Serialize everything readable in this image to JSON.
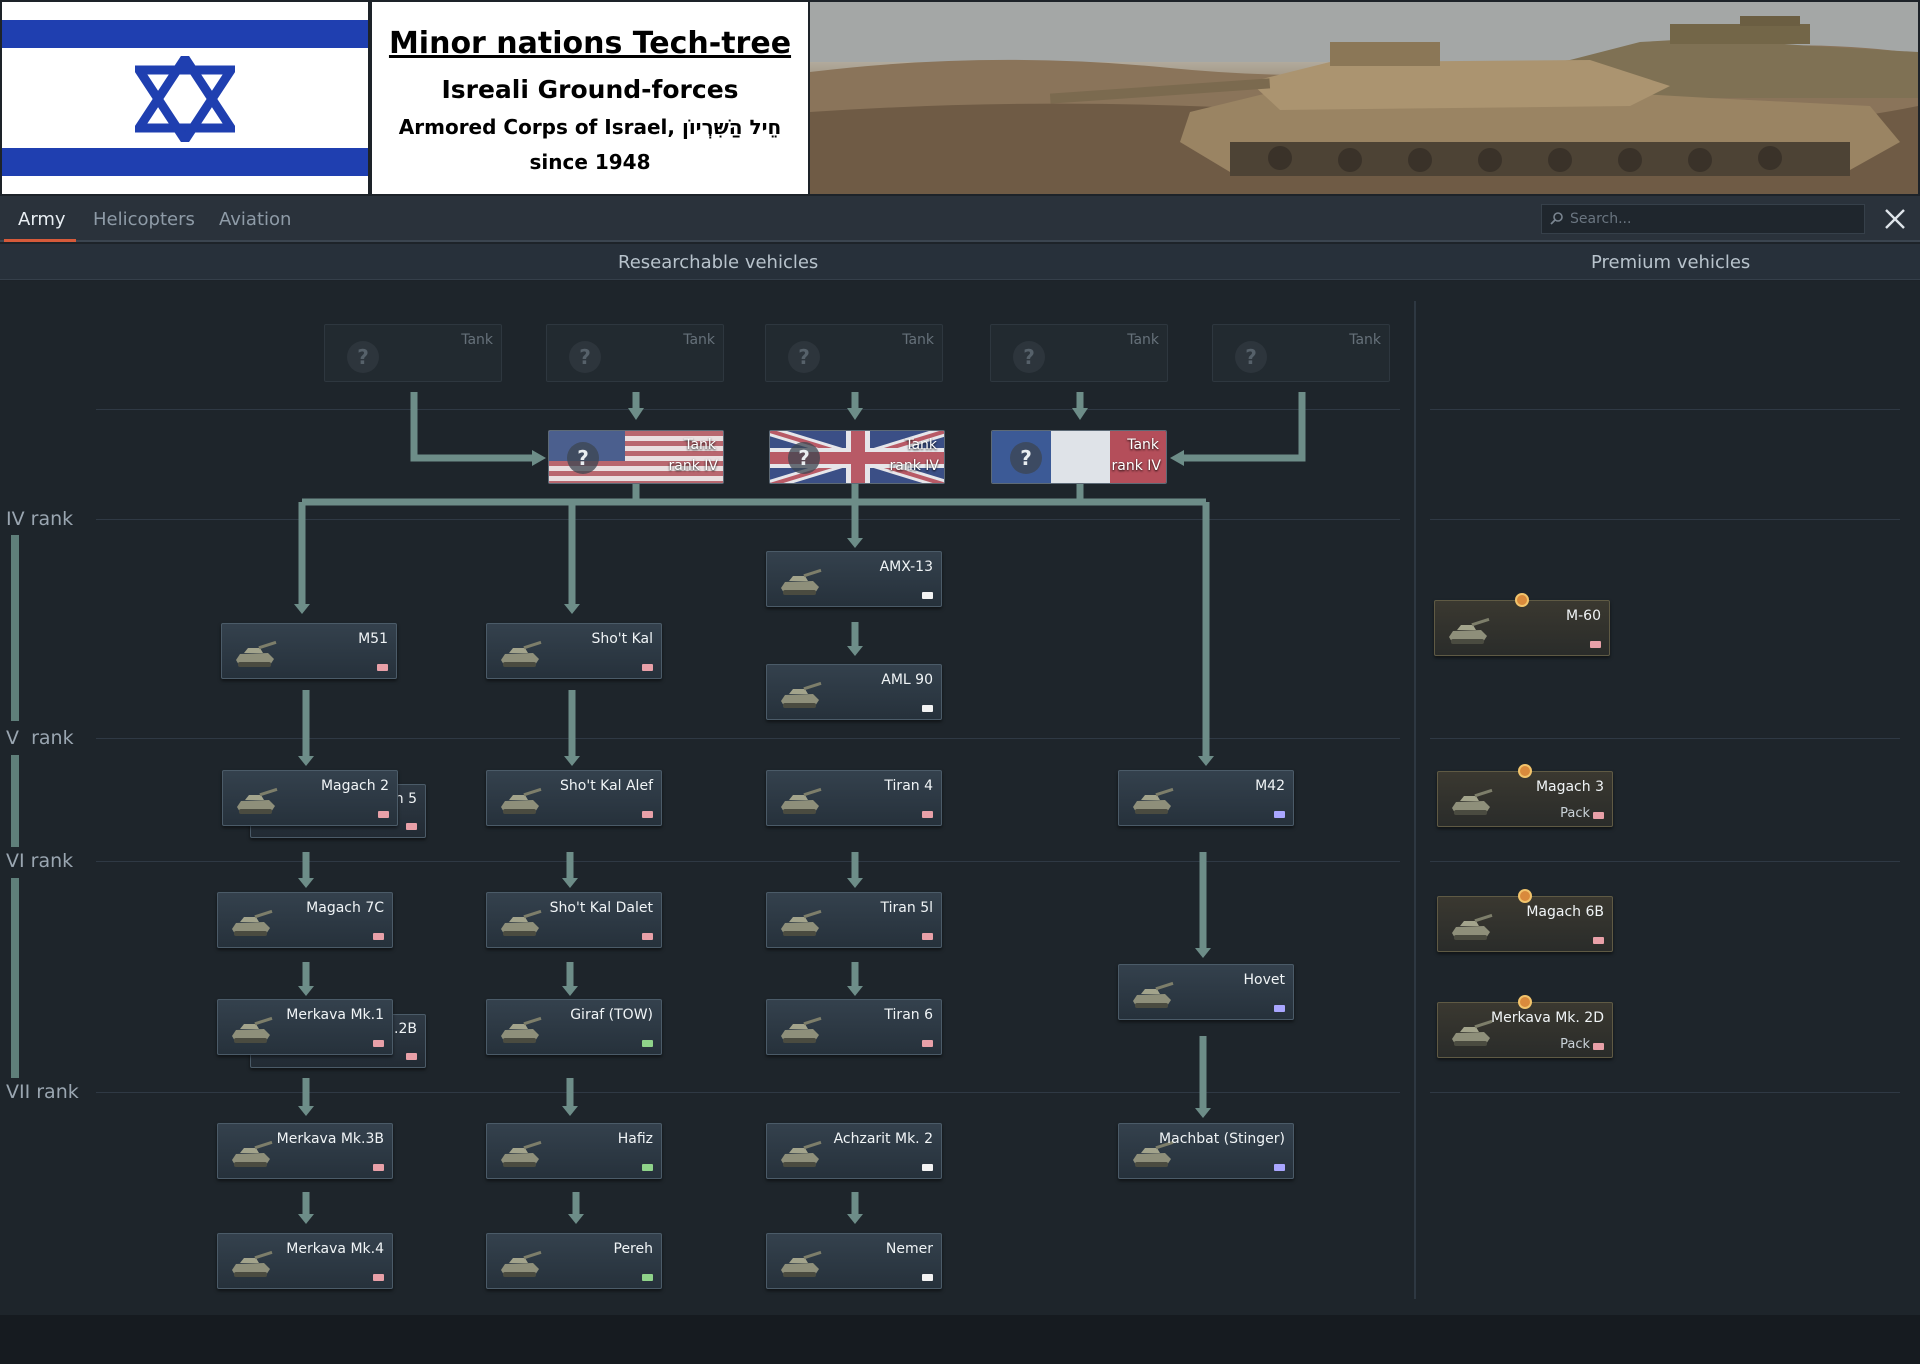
{
  "header": {
    "title": "Minor nations Tech-tree",
    "subtitle": "Isreali Ground-forces",
    "line3": "Armored Corps of Israel, חֵיל הַשִּׁרְיוֹן",
    "line4": "since 1948",
    "colors": {
      "flag_blue": "#1f3fb0",
      "flag_white": "#ffffff"
    }
  },
  "tabs": [
    {
      "label": "Army",
      "active": true
    },
    {
      "label": "Helicopters",
      "active": false
    },
    {
      "label": "Aviation",
      "active": false
    }
  ],
  "search": {
    "placeholder": "Search..."
  },
  "sections": {
    "researchable": "Researchable vehicles",
    "premium": "Premium vehicles"
  },
  "ranks": [
    "IV rank",
    "V  rank",
    "VI rank",
    "VII rank"
  ],
  "unknown_nodes": [
    {
      "label": "Tank",
      "icon": "?"
    },
    {
      "label": "Tank",
      "icon": "?"
    },
    {
      "label": "Tank",
      "icon": "?"
    },
    {
      "label": "Tank",
      "icon": "?"
    },
    {
      "label": "Tank",
      "icon": "?"
    }
  ],
  "foreign_nodes": [
    {
      "line1": "Tank",
      "line2": "rank IV",
      "flag": "usa",
      "icon": "?"
    },
    {
      "line1": "Tank",
      "line2": "rank IV",
      "flag": "uk",
      "icon": "?"
    },
    {
      "line1": "Tank",
      "line2": "rank IV",
      "flag": "france",
      "icon": "?"
    }
  ],
  "vehicles": {
    "amx13": {
      "name": "AMX-13",
      "country_color": "#f2f2f2"
    },
    "aml90": {
      "name": "AML 90",
      "country_color": "#f2f2f2"
    },
    "m51": {
      "name": "M51",
      "country_color": "#e8a0a8"
    },
    "shotkal": {
      "name": "Sho't Kal",
      "country_color": "#e8a0a8"
    },
    "magach2": {
      "name": "Magach 2",
      "country_color": "#e8a0a8"
    },
    "magach2_back": {
      "name": "h 5",
      "country_color": "#e8a0a8"
    },
    "shotkalalef": {
      "name": "Sho't Kal Alef",
      "country_color": "#e8a0a8"
    },
    "tiran4": {
      "name": "Tiran 4",
      "country_color": "#e8a0a8"
    },
    "m42": {
      "name": "M42",
      "country_color": "#a9a6ff"
    },
    "magach7c": {
      "name": "Magach 7C",
      "country_color": "#e8a0a8"
    },
    "shotkaldalet": {
      "name": "Sho't Kal Dalet",
      "country_color": "#e8a0a8"
    },
    "tiran5l": {
      "name": "Tiran 5l",
      "country_color": "#e8a0a8"
    },
    "hovet": {
      "name": "Hovet",
      "country_color": "#a9a6ff"
    },
    "merkava1": {
      "name": "Merkava Mk.1",
      "country_color": "#e8a0a8"
    },
    "merkava1_back": {
      "name": ".2B",
      "country_color": "#e8a0a8"
    },
    "giraf": {
      "name": "Giraf (TOW)",
      "country_color": "#8fd38a"
    },
    "tiran6": {
      "name": "Tiran 6",
      "country_color": "#e8a0a8"
    },
    "merkava3b": {
      "name": "Merkava Mk.3B",
      "country_color": "#e8a0a8"
    },
    "hafiz": {
      "name": "Hafiz",
      "country_color": "#8fd38a"
    },
    "achzarit": {
      "name": "Achzarit Mk. 2",
      "country_color": "#f2f2f2"
    },
    "machbat": {
      "name": "Machbat (Stinger)",
      "country_color": "#a9a6ff"
    },
    "merkava4": {
      "name": "Merkava Mk.4",
      "country_color": "#e8a0a8"
    },
    "pereh": {
      "name": "Pereh",
      "country_color": "#8fd38a"
    },
    "nemer": {
      "name": "Nemer",
      "country_color": "#f2f2f2"
    }
  },
  "premium": {
    "m60": {
      "name": "M-60",
      "pack": "",
      "country_color": "#e8a0a8"
    },
    "magach3": {
      "name": "Magach 3",
      "pack": "Pack",
      "country_color": "#e8a0a8"
    },
    "magach6b": {
      "name": "Magach 6B",
      "pack": "",
      "country_color": "#e8a0a8"
    },
    "merkava2d": {
      "name": "Merkava Mk. 2D",
      "pack": "Pack",
      "country_color": "#e8a0a8"
    }
  }
}
